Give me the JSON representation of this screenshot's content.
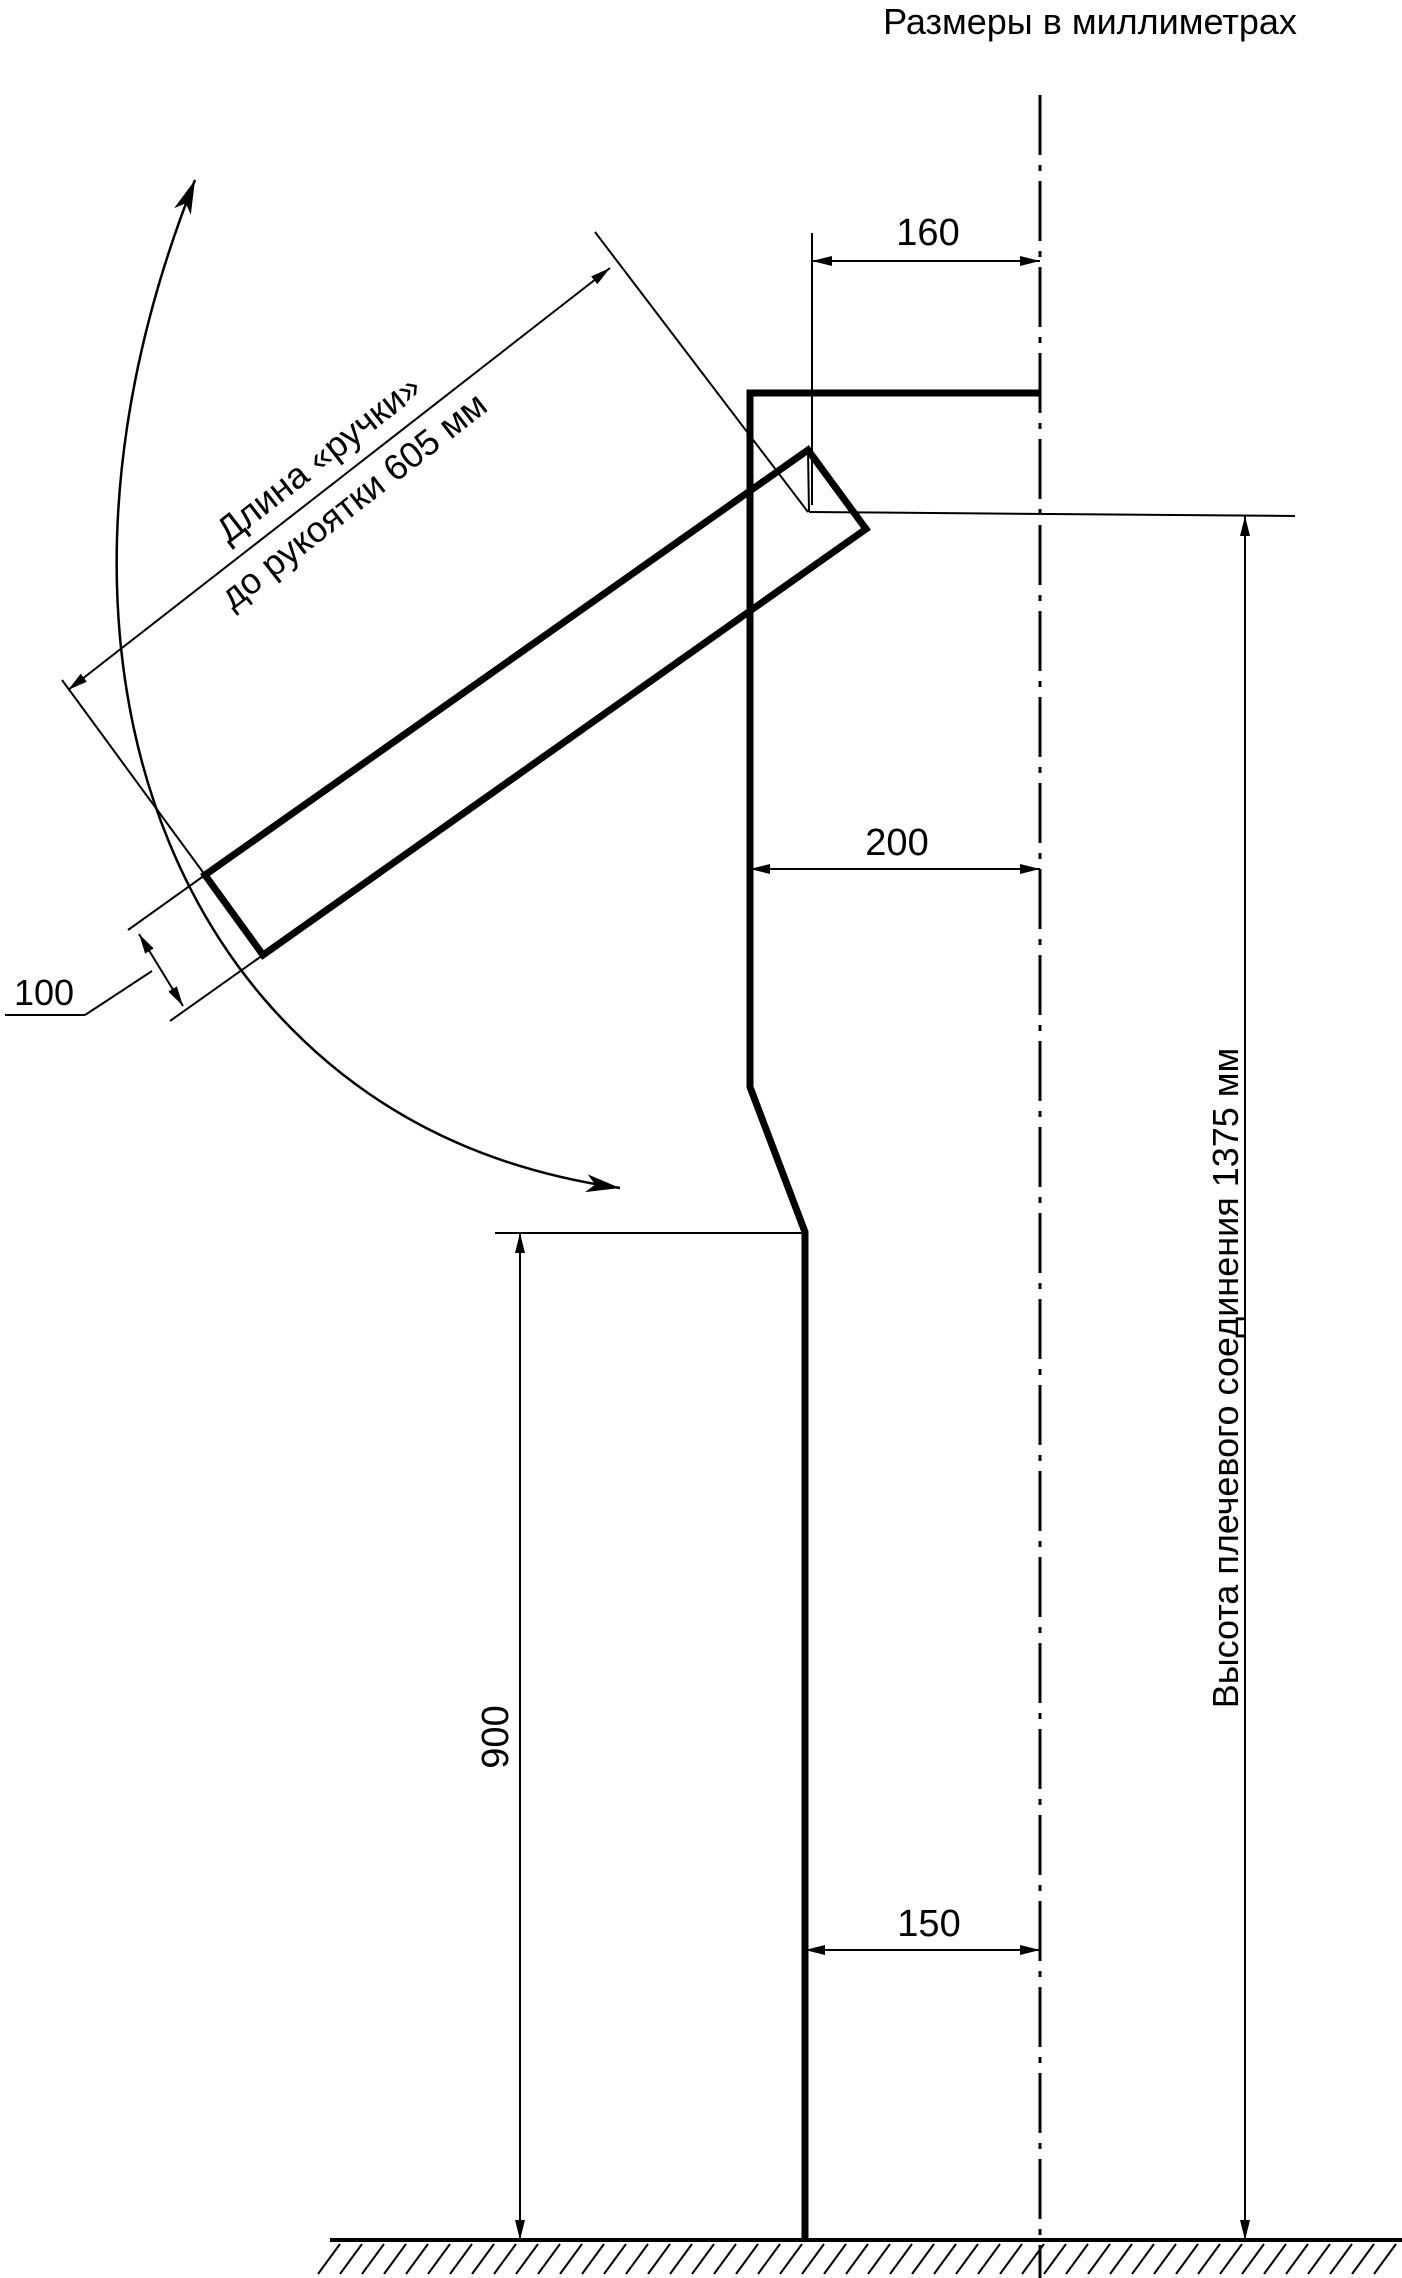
{
  "heading": "Размеры в миллиметрах",
  "dimensions": {
    "d160": "160",
    "d200": "200",
    "d150": "150",
    "d100": "100",
    "d900": "900"
  },
  "handle_label": {
    "line1": "Длина «ручки»",
    "line2": "до рукоятки 605 мм"
  },
  "shoulder_label": "Высота плечевого соединения 1375 мм",
  "colors": {
    "ink": "#000000",
    "background": "#ffffff"
  }
}
